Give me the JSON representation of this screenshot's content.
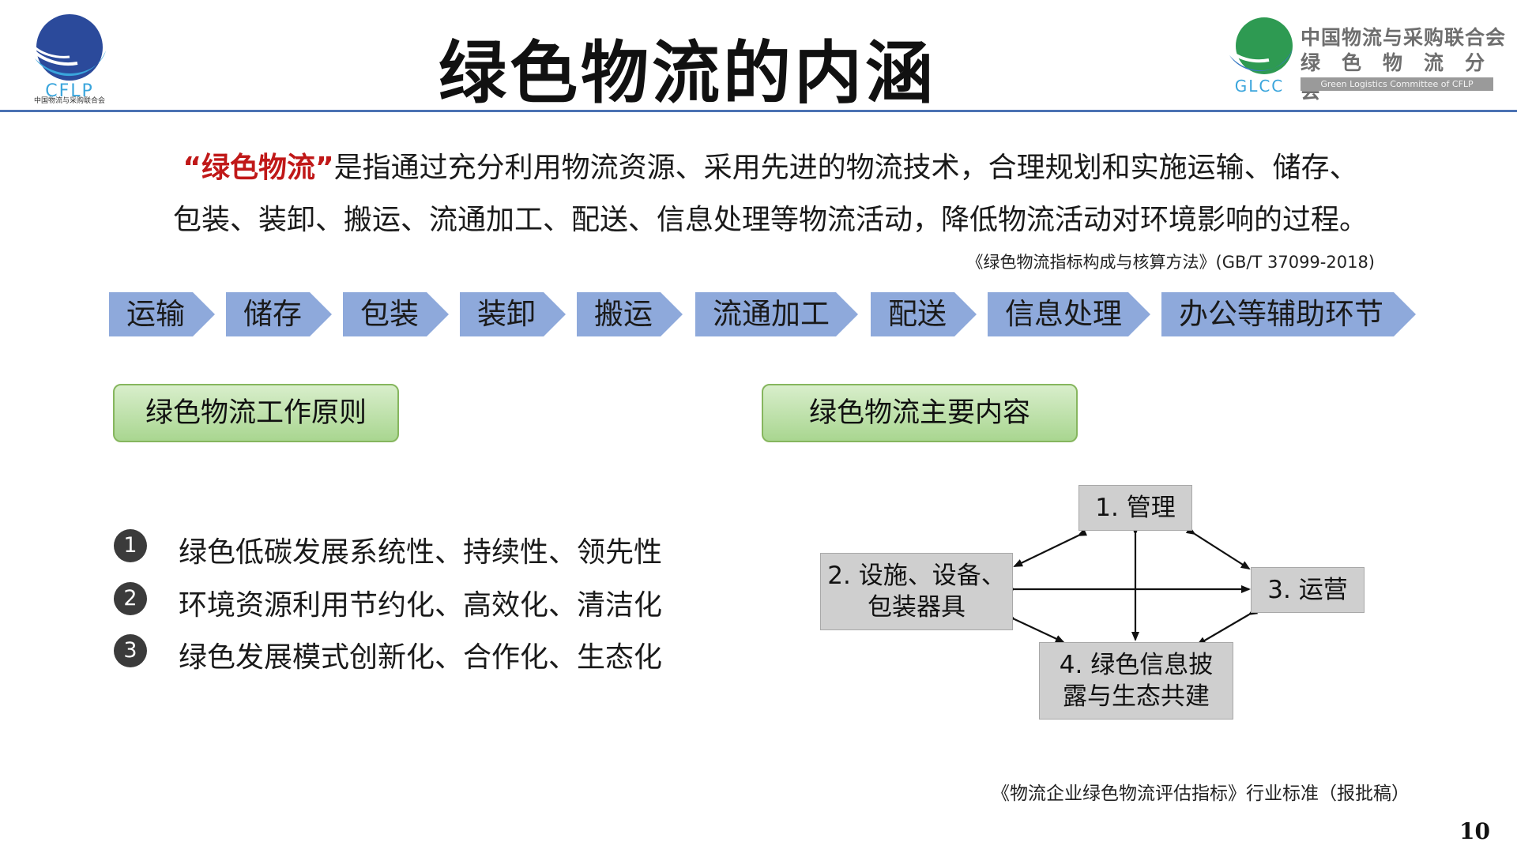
{
  "header": {
    "title": "绿色物流的内涵",
    "left_logo": {
      "text": "CFLP",
      "caption": "中国物流与采购联合会"
    },
    "right_logo": {
      "text": "GLCC",
      "org_name": "中国物流与采购联合会",
      "org_branch": "绿色物流分会",
      "org_english": "Green Logistics Committee of CFLP"
    }
  },
  "definition": {
    "term": "“绿色物流”",
    "line1_rest": "是指通过充分利用物流资源、采用先进的物流技术，合理规划和实施运输、储存、",
    "line2": "包装、装卸、搬运、流通加工、配送、信息处理等物流活动，降低物流活动对环境影响的过程。",
    "source": "《绿色物流指标构成与核算方法》(GB/T 37099-2018)"
  },
  "process_steps": [
    "运输",
    "储存",
    "包装",
    "装卸",
    "搬运",
    "流通加工",
    "配送",
    "信息处理",
    "办公等辅助环节"
  ],
  "principles": {
    "heading": "绿色物流工作原则",
    "items": [
      {
        "num": "1",
        "text": "绿色低碳发展系统性、持续性、领先性"
      },
      {
        "num": "2",
        "text": "环境资源利用节约化、高效化、清洁化"
      },
      {
        "num": "3",
        "text": "绿色发展模式创新化、合作化、生态化"
      }
    ]
  },
  "contents": {
    "heading": "绿色物流主要内容",
    "box1": "1. 管理",
    "box2_l1": "2. 设施、设备、",
    "box2_l2": "包装器具",
    "box3": "3. 运营",
    "box4_l1": "4. 绿色信息披",
    "box4_l2": "露与生态共建"
  },
  "footer": {
    "source": "《物流企业绿色物流评估指标》行业标准（报批稿）",
    "page_number": "10"
  },
  "colors": {
    "accent_blue": "#4b72b3",
    "chevron_fill": "#8ea9db",
    "green_header": "#a9d690",
    "highlight_red": "#c01818"
  }
}
